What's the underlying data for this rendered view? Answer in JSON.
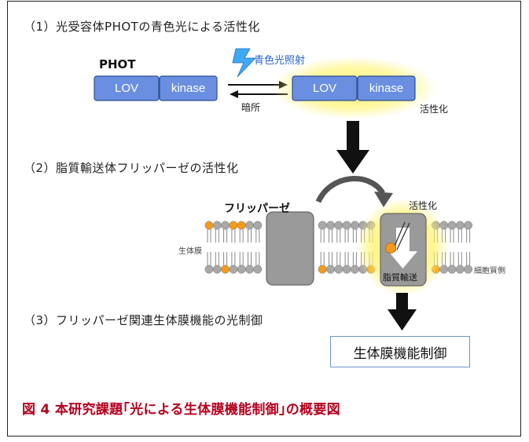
{
  "step1": {
    "title": "（1）光受容体PHOTの青色光による活性化"
  },
  "phot_label": "PHOT",
  "domains": {
    "lov": "LOV",
    "kinase": "kinase"
  },
  "blue_light": "青色光照射",
  "dark": "暗所",
  "activation": "活性化",
  "step2": {
    "title": "（2）脂質輸送体フリッパーゼの活性化"
  },
  "flippase_label": "フリッパーゼ",
  "activation2": "活性化",
  "membrane_label": "生体膜",
  "cytoplasm_label": "細胞質側",
  "lipid_transport": "脂質輸送",
  "step3": {
    "title": "（3）フリッパーゼ関連生体膜機能の光制御"
  },
  "result": "生体膜機能制御",
  "caption": "図 4 本研究課題｢光による生体膜機能制御｣の概要図",
  "colors": {
    "domain_fill": "#6a8fe0",
    "domain_stroke": "#2f4f8f",
    "glow": "#fff36a",
    "lipid_grey": "#a8a8a8",
    "lipid_orange": "#f39a1e",
    "protein_grey": "#9a9a9a",
    "caption_red": "#b5001e",
    "lightning": "#3fa9f5"
  },
  "icons": [
    "lightning-icon",
    "curved-arrow-icon",
    "down-arrow-icon",
    "equilibrium-arrows-icon"
  ]
}
